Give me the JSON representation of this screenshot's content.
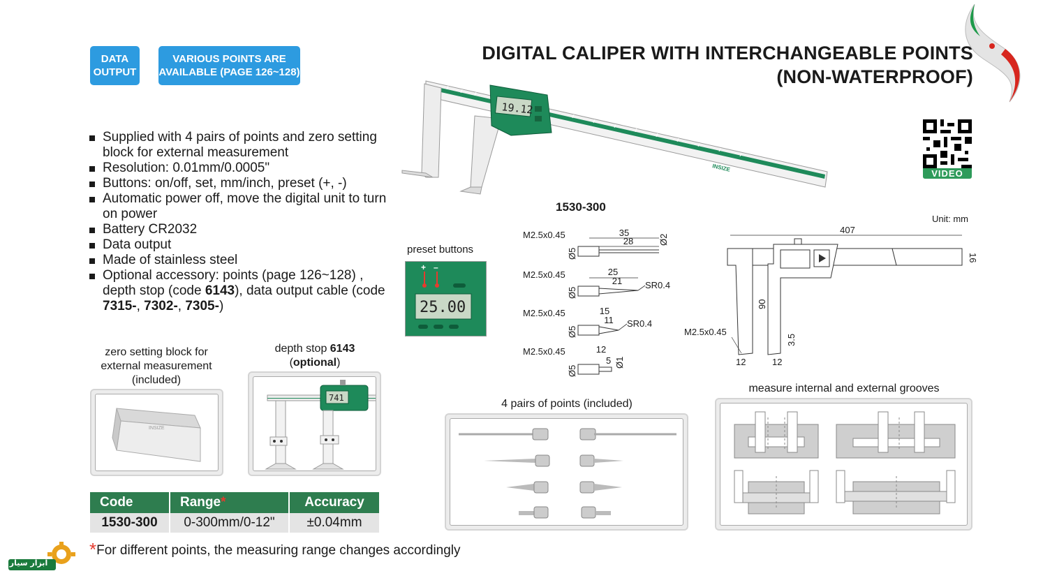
{
  "badges": {
    "data_output_line1": "DATA",
    "data_output_line2": "OUTPUT",
    "points_line1": "VARIOUS POINTS ARE",
    "points_line2": "AVAILABLE (PAGE 126~128)"
  },
  "title": {
    "line1": "DIGITAL CALIPER WITH INTERCHANGEABLE POINTS",
    "line2": "(NON-WATERPROOF)"
  },
  "qr": {
    "video_label": "VIDEO"
  },
  "features": [
    {
      "text": "Supplied with 4 pairs of points and zero setting block for external measurement"
    },
    {
      "text": "Resolution: 0.01mm/0.0005\""
    },
    {
      "text": "Buttons: on/off, set, mm/inch, preset (+, -)"
    },
    {
      "text": "Automatic power off, move the digital unit to turn on power"
    },
    {
      "text": "Battery CR2032"
    },
    {
      "text": "Data output"
    },
    {
      "text": "Made of stainless steel"
    }
  ],
  "optional_accessory": {
    "prefix": "Optional accessory: points (page 126~128) , depth stop (code ",
    "depth_code": "6143",
    "middle": "), data output cable (code ",
    "code1": "7315-",
    "sep1": ", ",
    "code2": "7302-",
    "sep2": ", ",
    "code3": "7305-",
    "suffix": ")"
  },
  "zero_block": {
    "caption_line1": "zero setting block for",
    "caption_line2": "external measurement",
    "caption_line3": "(included)"
  },
  "depth_stop": {
    "caption_prefix": "depth stop ",
    "caption_code": "6143",
    "caption_line2_open": "(",
    "caption_line2_bold": "optional",
    "caption_line2_close": ")",
    "display_reading": "741"
  },
  "caliper_display": "19.12",
  "model_label": "1530-300",
  "preset": {
    "label": "preset buttons",
    "plus": "+",
    "minus": "–",
    "reading": "25.00"
  },
  "points_drawing": {
    "rows": [
      {
        "thread": "M2.5x0.45",
        "dia": "Ø5",
        "outer": "35",
        "inner": "28",
        "tip": "Ø2"
      },
      {
        "thread": "M2.5x0.45",
        "dia": "Ø5",
        "outer": "25",
        "inner": "21",
        "tip": "SR0.4"
      },
      {
        "thread": "M2.5x0.45",
        "dia": "Ø5",
        "outer": "15",
        "inner": "11",
        "tip": "SR0.4"
      },
      {
        "thread": "M2.5x0.45",
        "dia": "Ø5",
        "outer": "12",
        "inner": "5",
        "tip": "Ø1"
      }
    ]
  },
  "main_drawing": {
    "unit": "Unit: mm",
    "length": "407",
    "beam_height": "16",
    "jaw_depth": "90",
    "tip_height": "3.5",
    "jaw_width_left": "12",
    "jaw_width_right": "12",
    "thread": "M2.5x0.45"
  },
  "pairs": {
    "caption": "4 pairs of points (included)"
  },
  "grooves": {
    "caption": "measure internal and external grooves"
  },
  "spec_table": {
    "headers": {
      "code": "Code",
      "range": "Range",
      "range_star": "*",
      "accuracy": "Accuracy"
    },
    "row": {
      "code": "1530-300",
      "range": "0-300mm/0-12\"",
      "accuracy": "±0.04mm"
    }
  },
  "footnote": {
    "star": "*",
    "text": "For different points, the measuring range changes accordingly"
  },
  "logo": {
    "text": "ابزار سیار"
  },
  "colors": {
    "badge_blue": "#2d9be0",
    "header_green": "#2e7d4f",
    "caliper_green": "#1e8a5a",
    "accent_red": "#e53b2e"
  }
}
